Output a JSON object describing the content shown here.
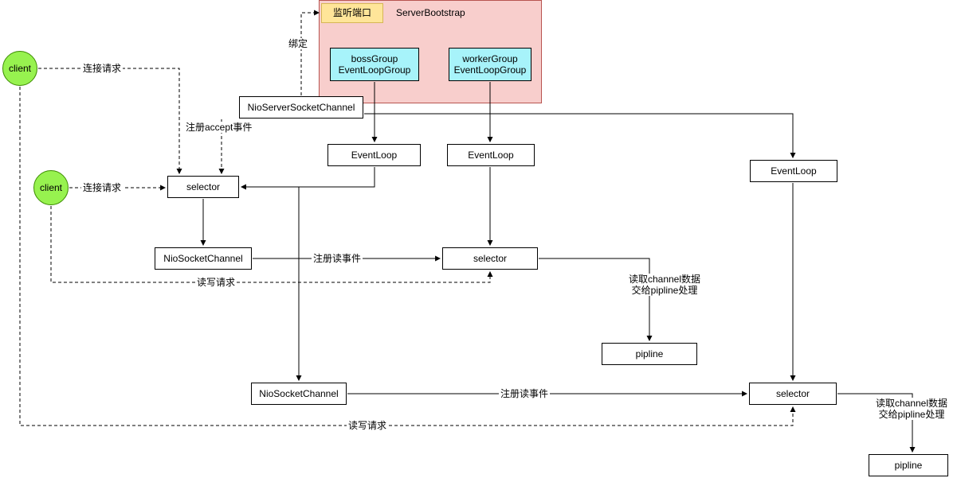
{
  "colors": {
    "container_fill": "#f8cecc",
    "container_border": "#b85450",
    "port_fill": "#ffe599",
    "port_border": "#d6b656",
    "group_fill": "#a7f3fa",
    "client_fill": "#97f24f",
    "node_fill": "#ffffff",
    "line_color": "#000000"
  },
  "nodes": {
    "server_bootstrap": {
      "label": "ServerBootstrap"
    },
    "listen_port": {
      "label": "监听端口"
    },
    "boss_group": {
      "line1": "bossGroup",
      "line2": "EventLoopGroup"
    },
    "worker_group": {
      "line1": "workerGroup",
      "line2": "EventLoopGroup"
    },
    "client_top": {
      "label": "client"
    },
    "client_bottom": {
      "label": "client"
    },
    "nio_server_socket_channel": {
      "label": "NioServerSocketChannel"
    },
    "event_loop_boss": {
      "label": "EventLoop"
    },
    "event_loop_worker": {
      "label": "EventLoop"
    },
    "event_loop_right": {
      "label": "EventLoop"
    },
    "selector_left": {
      "label": "selector"
    },
    "selector_middle": {
      "label": "selector"
    },
    "selector_right": {
      "label": "selector"
    },
    "nio_socket_channel_1": {
      "label": "NioSocketChannel"
    },
    "nio_socket_channel_2": {
      "label": "NioSocketChannel"
    },
    "pipline_1": {
      "label": "pipline"
    },
    "pipline_2": {
      "label": "pipline"
    }
  },
  "edge_labels": {
    "bind": "绑定",
    "connect_request_1": "连接请求",
    "connect_request_2": "连接请求",
    "register_accept": "注册accept事件",
    "register_read_1": "注册读事件",
    "register_read_2": "注册读事件",
    "read_write_request_1": "读写请求",
    "read_write_request_2": "读写请求",
    "pipeline_note_1": {
      "line1": "读取channel数据",
      "line2": "交给pipline处理"
    },
    "pipeline_note_2": {
      "line1": "读取channel数据",
      "line2": "交给pipline处理"
    }
  }
}
